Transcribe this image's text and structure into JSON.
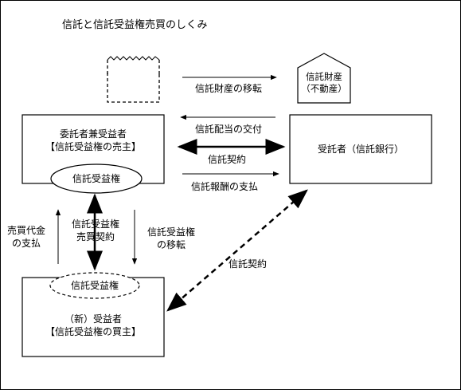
{
  "title": "信託と信託受益権売買のしくみ",
  "nodes": {
    "settlor": {
      "line1": "委託者兼受益者",
      "line2": "【信託受益権の売主】"
    },
    "settlor_right": "信託受益権",
    "trustee": "受託者（信託銀行）",
    "property": {
      "line1": "信託財産",
      "line2": "（不動産）"
    },
    "buyer": {
      "line1": "（新）受益者",
      "line2": "【信託受益権の買主】"
    },
    "buyer_right": "信託受益権"
  },
  "flows": {
    "transfer": "信託財産の移転",
    "dividend": "信託配当の交付",
    "contract_top": "信託契約",
    "fee": "信託報酬の支払",
    "price": {
      "line1": "売買代金",
      "line2": "の支払"
    },
    "sale_contract": {
      "line1": "信託受益権",
      "line2": "売買契約"
    },
    "right_transfer": {
      "line1": "信託受益権",
      "line2": "の移転"
    },
    "contract_diag": "信託契約"
  }
}
